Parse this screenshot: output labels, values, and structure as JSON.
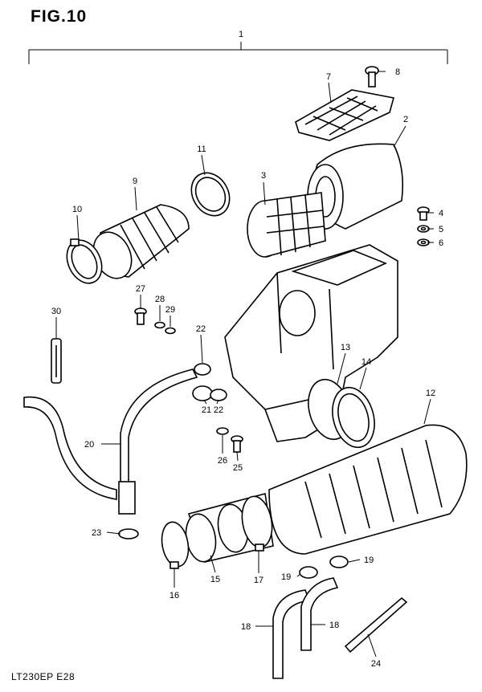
{
  "figure": {
    "title": "FIG.10",
    "model_code": "LT230EP E28"
  },
  "callouts": [
    "1",
    "2",
    "3",
    "4",
    "5",
    "6",
    "7",
    "8",
    "9",
    "10",
    "11",
    "12",
    "13",
    "14",
    "15",
    "16",
    "17",
    "18",
    "18",
    "19",
    "19",
    "20",
    "21",
    "22",
    "22",
    "23",
    "24",
    "25",
    "26",
    "27",
    "28",
    "29",
    "30"
  ]
}
